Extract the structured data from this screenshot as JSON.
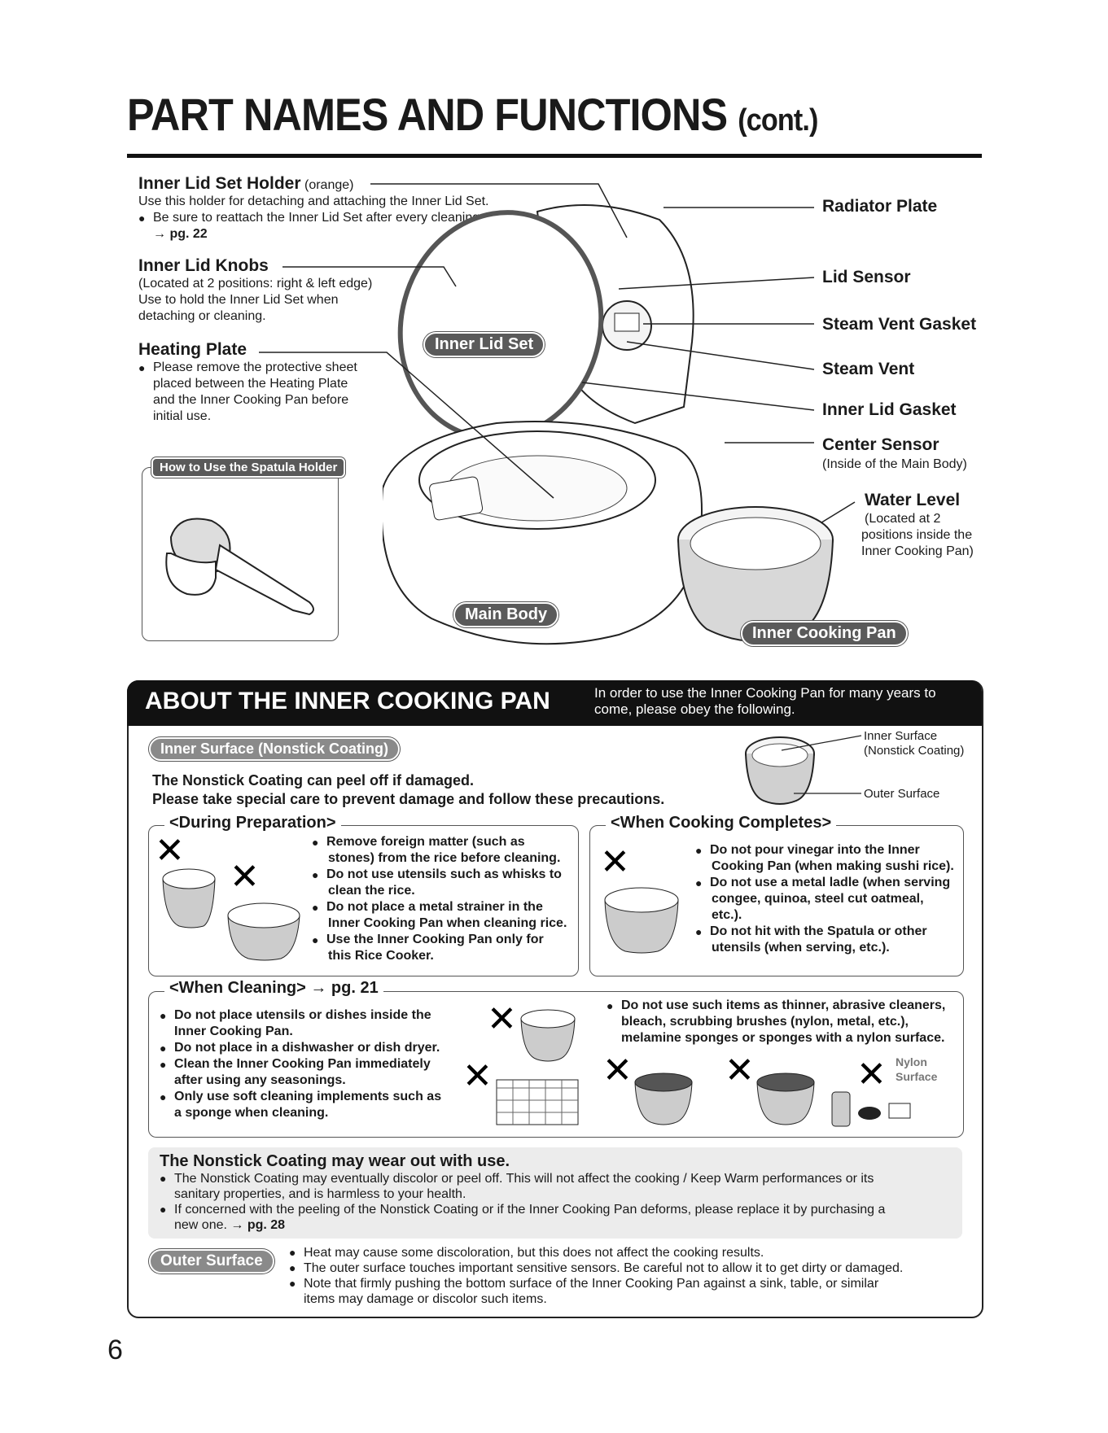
{
  "title": {
    "main": "PART NAMES AND FUNCTIONS",
    "cont": "(cont.)"
  },
  "left_callouts": {
    "inner_lid_set_holder": {
      "label": "Inner Lid Set Holder",
      "note": "(orange)",
      "desc": "Use this holder for detaching and attaching the Inner Lid Set.",
      "bullet": "Be sure to reattach the Inner Lid Set after every cleaning.",
      "ref": "→ pg. 22"
    },
    "inner_lid_knobs": {
      "label": "Inner Lid Knobs",
      "line1": "(Located at 2 positions: right & left edge)",
      "line2": "Use to hold the Inner Lid Set when",
      "line3": "detaching or cleaning."
    },
    "heating_plate": {
      "label": "Heating Plate",
      "b1": "Please remove the protective sheet",
      "b2": "placed between the Heating Plate",
      "b3": "and the Inner Cooking Pan before",
      "b4": "initial use."
    }
  },
  "spatula": {
    "label": "How to Use the Spatula Holder"
  },
  "right_callouts": {
    "radiator_plate": "Radiator Plate",
    "lid_sensor": "Lid Sensor",
    "steam_vent_gasket": "Steam Vent Gasket",
    "steam_vent": "Steam Vent",
    "inner_lid_gasket": "Inner Lid Gasket",
    "center_sensor": "Center Sensor",
    "center_sensor_note": "(Inside of the Main Body)",
    "water_level": "Water Level",
    "water_level_note1": "(Located at 2",
    "water_level_note2": "positions inside the",
    "water_level_note3": "Inner Cooking Pan)"
  },
  "pills": {
    "inner_lid_set": "Inner Lid Set",
    "main_body": "Main Body",
    "inner_cooking_pan": "Inner Cooking Pan"
  },
  "about": {
    "heading": "ABOUT THE INNER COOKING PAN",
    "intro1": "In order to use the Inner Cooking Pan for many years to",
    "intro2": "come, please obey the following.",
    "inner_surface_pill": "Inner Surface (Nonstick Coating)",
    "pan_inner_label1": "Inner Surface",
    "pan_inner_label2": "(Nonstick Coating)",
    "pan_outer_label": "Outer Surface",
    "warning1": "The Nonstick Coating can peel off if damaged.",
    "warning2": "Please take special care to prevent damage and follow these precautions.",
    "prep": {
      "heading": "<During Preparation>",
      "b1a": "Remove foreign matter (such as",
      "b1b": "stones) from the rice before cleaning.",
      "b2a": "Do not use utensils such as whisks to",
      "b2b": "clean the rice.",
      "b3a": "Do not place a metal strainer in the",
      "b3b": "Inner Cooking Pan when cleaning rice.",
      "b4a": "Use the Inner Cooking Pan only for",
      "b4b": "this Rice Cooker."
    },
    "complete": {
      "heading": "<When Cooking Completes>",
      "b1a": "Do not pour vinegar into the Inner",
      "b1b": "Cooking Pan (when making sushi rice).",
      "b2a": "Do not use a metal ladle (when serving",
      "b2b": "congee, quinoa, steel cut oatmeal,",
      "b2c": "etc.).",
      "b3a": "Do not hit with the Spatula or other",
      "b3b": "utensils (when serving, etc.)."
    },
    "cleaning": {
      "heading": "<When Cleaning>",
      "ref": "→ pg. 21",
      "b1a": "Do not place utensils or dishes inside the",
      "b1b": "Inner Cooking Pan.",
      "b2": "Do not place in a dishwasher or dish dryer.",
      "b3a": "Clean the Inner Cooking Pan immediately",
      "b3b": "after using any seasonings.",
      "b4a": "Only use soft cleaning implements such as",
      "b4b": "a sponge when cleaning.",
      "r1a": "Do not use such items as thinner, abrasive cleaners,",
      "r1b": "bleach, scrubbing brushes (nylon, metal, etc.),",
      "r1c": "melamine sponges or sponges with a nylon surface.",
      "nylon1": "Nylon",
      "nylon2": "Surface"
    },
    "wear": {
      "heading": "The Nonstick Coating may wear out with use.",
      "b1a": "The Nonstick Coating may eventually discolor or peel off. This will not affect the cooking / Keep Warm performances or its",
      "b1b": "sanitary properties, and is harmless to your health.",
      "b2a": "If concerned with the peeling of the Nonstick Coating or if the Inner Cooking Pan deforms, please replace it by purchasing a",
      "b2b": "new one.",
      "b2ref": "→ pg. 28"
    },
    "outer": {
      "pill": "Outer Surface",
      "b1": "Heat may cause some discoloration, but this does not affect the cooking results.",
      "b2": "The outer surface touches important sensitive sensors. Be careful not to allow it to get dirty or damaged.",
      "b3a": "Note that firmly pushing the bottom surface of the Inner Cooking Pan against a sink, table, or similar",
      "b3b": "items may damage or discolor such items."
    }
  },
  "page_number": "6"
}
